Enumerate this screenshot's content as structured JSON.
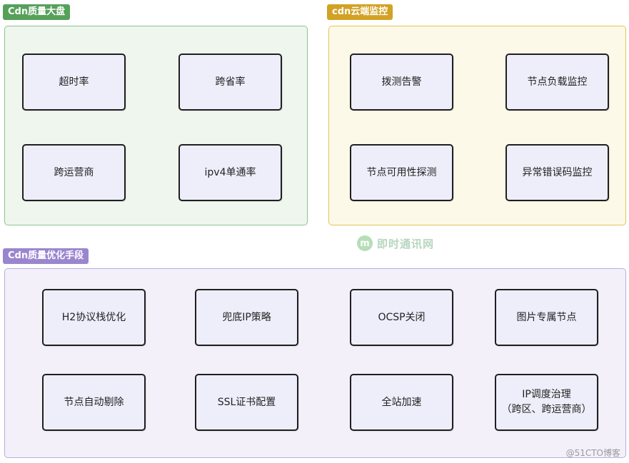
{
  "groups": {
    "quality_dashboard": {
      "title": "Cdn质量大盘",
      "color": "#56a15a",
      "items": [
        "超时率",
        "跨省率",
        "跨运营商",
        "ipv4单通率"
      ]
    },
    "cloud_monitoring": {
      "title": "cdn云端监控",
      "color": "#d2a225",
      "items": [
        "拨测告警",
        "节点负载监控",
        "节点可用性探测",
        "异常错误码监控"
      ]
    },
    "optimization": {
      "title": "Cdn质量优化手段",
      "color": "#9a85cf",
      "items": [
        "H2协议栈优化",
        "兜底IP策略",
        "OCSP关闭",
        "图片专属节点",
        "节点自动剔除",
        "SSL证书配置",
        "全站加速",
        "IP调度治理\n（跨区、跨运营商）"
      ]
    }
  },
  "watermark": {
    "logo": "m",
    "text": "即时通讯网"
  },
  "credit": "@51CTO博客"
}
